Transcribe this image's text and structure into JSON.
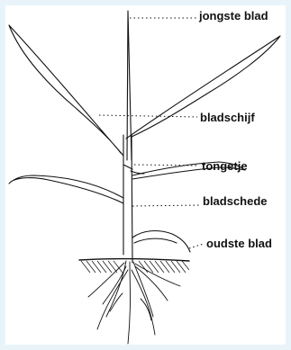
{
  "labels": {
    "youngest_leaf": "jongste blad",
    "leaf_blade": "bladschijf",
    "ligule": "tongetje",
    "leaf_sheath": "bladschede",
    "oldest_leaf": "oudste blad"
  },
  "colors": {
    "page_background": "#e9f4fa",
    "panel_background": "#ffffff",
    "ink": "#111111"
  }
}
